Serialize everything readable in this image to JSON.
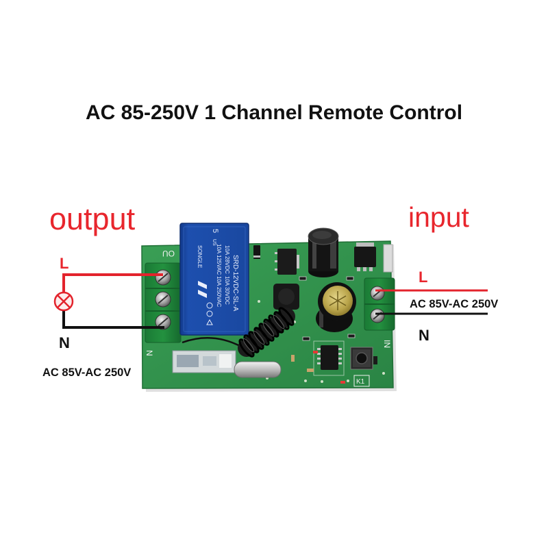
{
  "title": "AC 85-250V 1 Channel Remote Control",
  "output": {
    "heading": "output",
    "live_label": "L",
    "neutral_label": "N",
    "voltage": "AC 85V-AC 250V",
    "load_icon": "lamp-icon"
  },
  "input": {
    "heading": "input",
    "live_label": "L",
    "neutral_label": "N",
    "voltage": "AC 85V-AC 250V"
  },
  "relay": {
    "pin_mark": "5",
    "cert_mark": "US",
    "brand": "SONGLE",
    "ratings": [
      "10A 125VAC",
      "10A 250VAC",
      "10A 28VDC",
      "10A 30VDC"
    ],
    "model": "SRD-12VDC-SL-A"
  },
  "board_marks": {
    "out": "OU",
    "neutral": "N",
    "input": "IN",
    "button": "K1"
  },
  "colors": {
    "label_red": "#e8262d",
    "live_wire": "#e3232c",
    "neutral_wire": "#111111",
    "pcb_green": "#3a9f55",
    "terminal_green": "#23913f",
    "relay_blue": "#1d4fae",
    "background": "#ffffff"
  }
}
